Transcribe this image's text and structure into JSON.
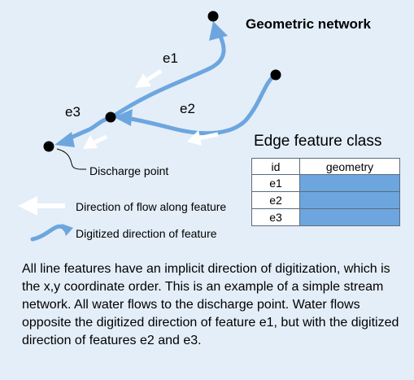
{
  "title": "Geometric network",
  "edges": {
    "e1": "e1",
    "e2": "e2",
    "e3": "e3"
  },
  "discharge_label": "Discharge point",
  "table": {
    "title": "Edge feature class",
    "headers": [
      "id",
      "geometry"
    ],
    "rows": [
      "e1",
      "e2",
      "e3"
    ]
  },
  "legend": {
    "flow_label": "Direction of flow along feature",
    "digitized_label": "Digitized direction of feature"
  },
  "caption": "All line features have an implicit direction of digitization, which is the x,y coordinate order. This is an example of a simple stream network. All water flows to the discharge point. Water flows opposite the digitized direction of feature e1, but with the digitized direction of features e2 and e3.",
  "colors": {
    "panel_background": "#e4eef8",
    "stream": "#6da6df",
    "flow_arrow": "#ffffff",
    "node": "#000000"
  }
}
